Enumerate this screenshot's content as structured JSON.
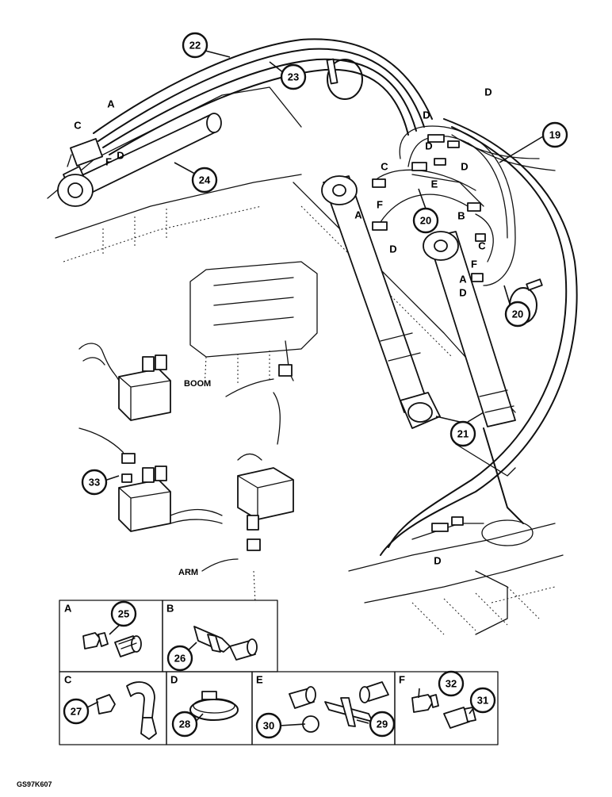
{
  "callouts": {
    "c19": "19",
    "c20a": "20",
    "c20b": "20",
    "c21": "21",
    "c22": "22",
    "c23": "23",
    "c24": "24",
    "c25": "25",
    "c26": "26",
    "c27": "27",
    "c28": "28",
    "c29": "29",
    "c30": "30",
    "c31": "31",
    "c32": "32",
    "c33": "33"
  },
  "fitting_letters": {
    "l01": "A",
    "l02": "C",
    "l03": "F",
    "l04": "D",
    "l05": "D",
    "l06": "D",
    "l07": "D",
    "l08": "D",
    "l09": "E",
    "l10": "C",
    "l11": "A",
    "l12": "F",
    "l13": "D",
    "l14": "B",
    "l15": "C",
    "l16": "F",
    "l17": "A",
    "l18": "D",
    "l19": "D"
  },
  "labels": {
    "boom": "BOOM",
    "arm": "ARM"
  },
  "panels": {
    "a": "A",
    "b": "B",
    "c": "C",
    "d": "D",
    "e": "E",
    "f": "F"
  },
  "figure_code": "GS97K607"
}
